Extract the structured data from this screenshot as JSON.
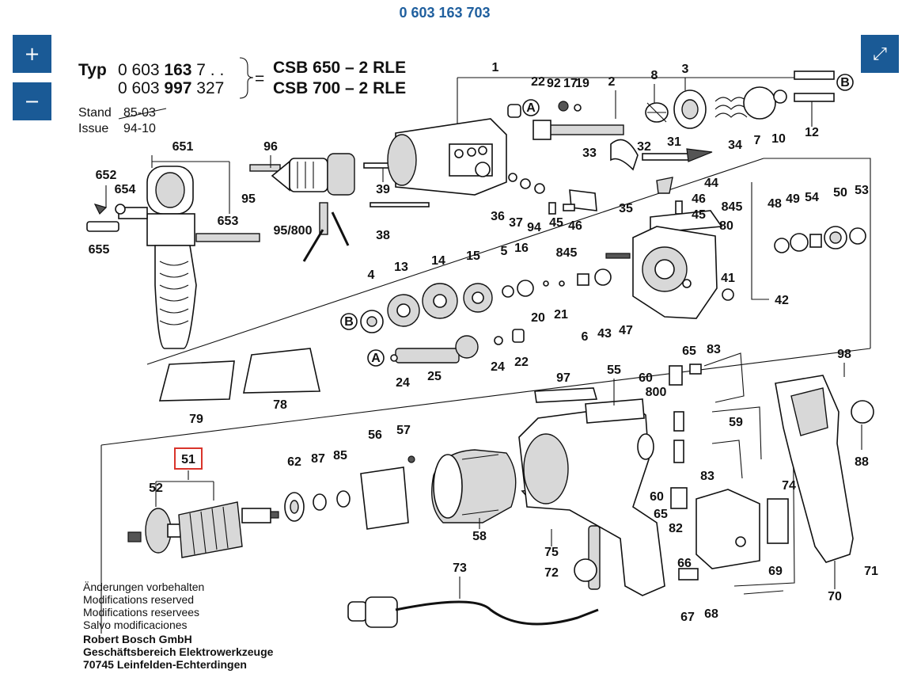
{
  "document": {
    "part_number": "0 603 163 703",
    "header": {
      "typ_label": "Typ",
      "typ_line1_prefix": "0 603 ",
      "typ_line1_bold": "163",
      "typ_line1_suffix": " 7 . .",
      "typ_line2_prefix": "0 603 ",
      "typ_line2_bold": "997",
      "typ_line2_suffix": " 327",
      "equals": "=",
      "model1": "CSB 650 – 2 RLE",
      "model2": "CSB 700 – 2 RLE",
      "stand_label": "Stand",
      "stand_value": "85-03",
      "issue_label": "Issue",
      "issue_value": "94-10"
    },
    "footer": {
      "lines": [
        "Änderungen vorbehalten",
        "Modifications reserved",
        "Modifications reservees",
        "Salvo modificaciones"
      ],
      "company_lines": [
        "Robert Bosch GmbH",
        "Geschäftsbereich Elektrowerkzeuge",
        "70745 Leinfelden-Echterdingen"
      ]
    },
    "highlighted_part": "51"
  },
  "controls": {
    "zoom_in": "+",
    "zoom_out": "−",
    "fullscreen_icon": "⤢"
  },
  "markers": {
    "A": "A",
    "B": "B"
  },
  "labels": {
    "l1": "1",
    "l2": "2",
    "l3": "3",
    "l4": "4",
    "l5": "5",
    "l6": "6",
    "l7": "7",
    "l8": "8",
    "l10": "10",
    "l12": "12",
    "l13": "13",
    "l14": "14",
    "l15": "15",
    "l16": "16",
    "l17": "17",
    "l19": "19",
    "l20": "20",
    "l21": "21",
    "l22a": "22",
    "l22b": "22",
    "l24a": "24",
    "l24b": "24",
    "l25": "25",
    "l31": "31",
    "l32": "32",
    "l33": "33",
    "l34": "34",
    "l35": "35",
    "l36": "36",
    "l37": "37",
    "l38": "38",
    "l39": "39",
    "l41": "41",
    "l42": "42",
    "l43": "43",
    "l44": "44",
    "l45a": "45",
    "l45b": "45",
    "l46a": "46",
    "l46b": "46",
    "l47": "47",
    "l48": "48",
    "l49": "49",
    "l50": "50",
    "l51": "51",
    "l52": "52",
    "l53": "53",
    "l54": "54",
    "l55": "55",
    "l56": "56",
    "l57": "57",
    "l58": "58",
    "l59": "59",
    "l60a": "60",
    "l60b": "60",
    "l62": "62",
    "l65a": "65",
    "l65b": "65",
    "l66": "66",
    "l67": "67",
    "l68": "68",
    "l69": "69",
    "l70": "70",
    "l71": "71",
    "l72": "72",
    "l73": "73",
    "l74": "74",
    "l75": "75",
    "l78": "78",
    "l79": "79",
    "l80": "80",
    "l82": "82",
    "l83a": "83",
    "l83b": "83",
    "l85": "85",
    "l87": "87",
    "l88": "88",
    "l92": "92",
    "l94": "94",
    "l95": "95",
    "l95800": "95/800",
    "l96": "96",
    "l97": "97",
    "l98": "98",
    "l651": "651",
    "l652": "652",
    "l653": "653",
    "l654": "654",
    "l655": "655",
    "l800": "800",
    "l845a": "845",
    "l845b": "845"
  }
}
